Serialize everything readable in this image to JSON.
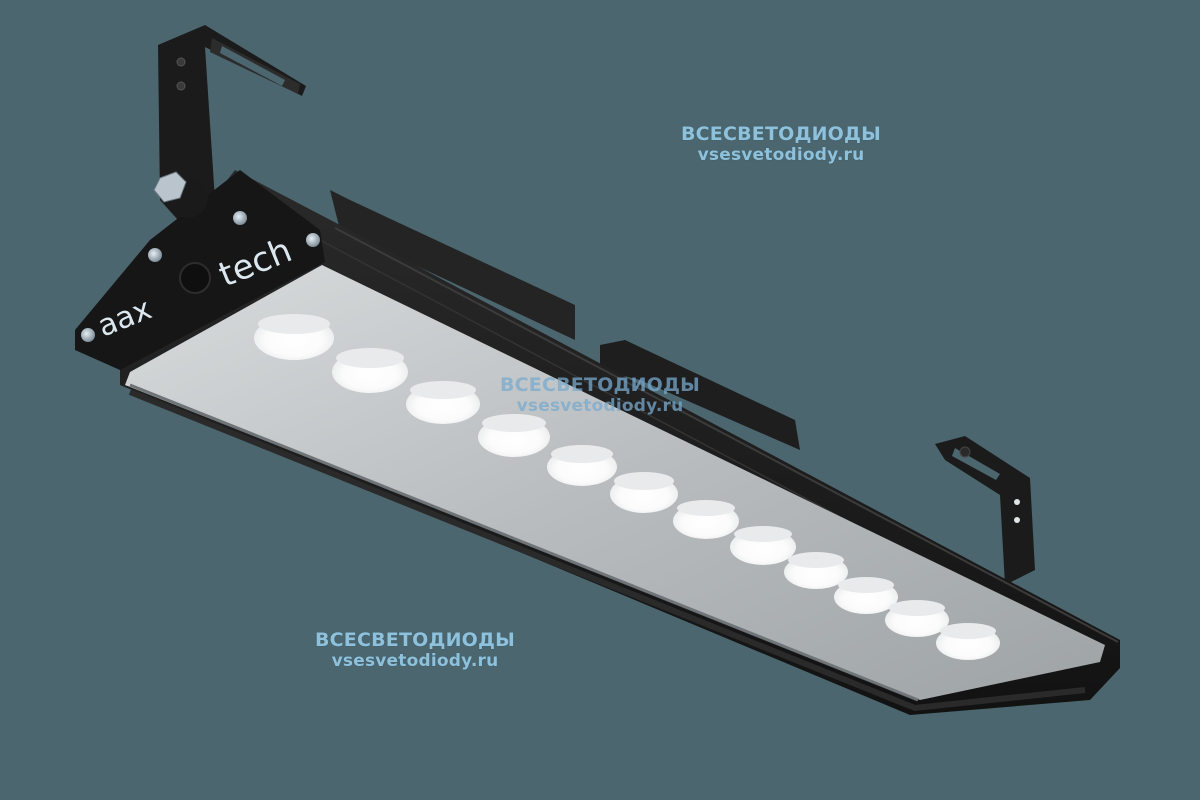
{
  "background_color": "#4b666e",
  "product": {
    "description": "Linear LED luminaire with two U-shaped mounting brackets and a row of lensed LEDs",
    "brand_logo": {
      "left": "aax",
      "right": "tech"
    },
    "led_count": 12,
    "housing_color": "#1c1c1c",
    "led_color": "#ffffff",
    "lens_color": "#b9bcbd"
  },
  "watermarks": [
    {
      "line1": "ВСЕСВЕТОДИОДЫ",
      "line2": "vsesvetodiody.ru",
      "position": "top-right"
    },
    {
      "line1": "ВСЕСВЕТОДИОДЫ",
      "line2": "vsesvetodiody.ru",
      "position": "center"
    },
    {
      "line1": "ВСЕСВЕТОДИОДЫ",
      "line2": "vsesvetodiody.ru",
      "position": "bottom-left"
    }
  ]
}
